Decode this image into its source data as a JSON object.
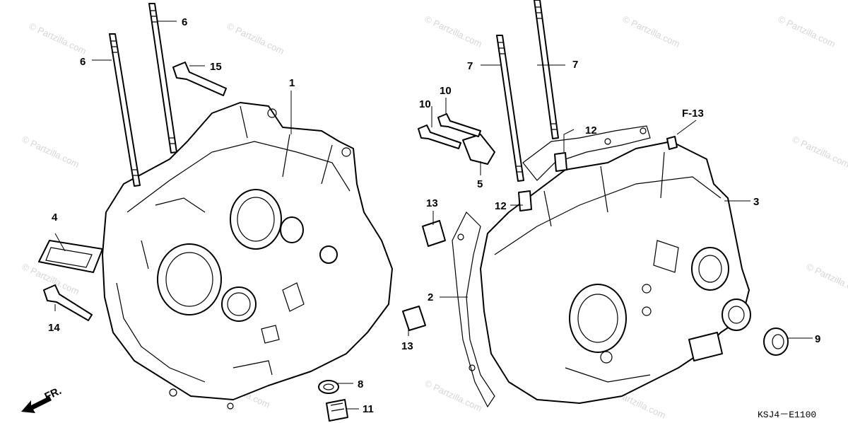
{
  "watermark": "© Partzilla.com",
  "diagram_code": "KSJ4－E1100",
  "front_label": "FR.",
  "ref_label": "F-13",
  "callouts": {
    "p1": "1",
    "p2": "2",
    "p3": "3",
    "p4": "4",
    "p5": "5",
    "p6a": "6",
    "p6b": "6",
    "p7a": "7",
    "p7b": "7",
    "p8": "8",
    "p9": "9",
    "p10a": "10",
    "p10b": "10",
    "p11": "11",
    "p12a": "12",
    "p12b": "12",
    "p13a": "13",
    "p13b": "13",
    "p14": "14",
    "p15": "15"
  }
}
